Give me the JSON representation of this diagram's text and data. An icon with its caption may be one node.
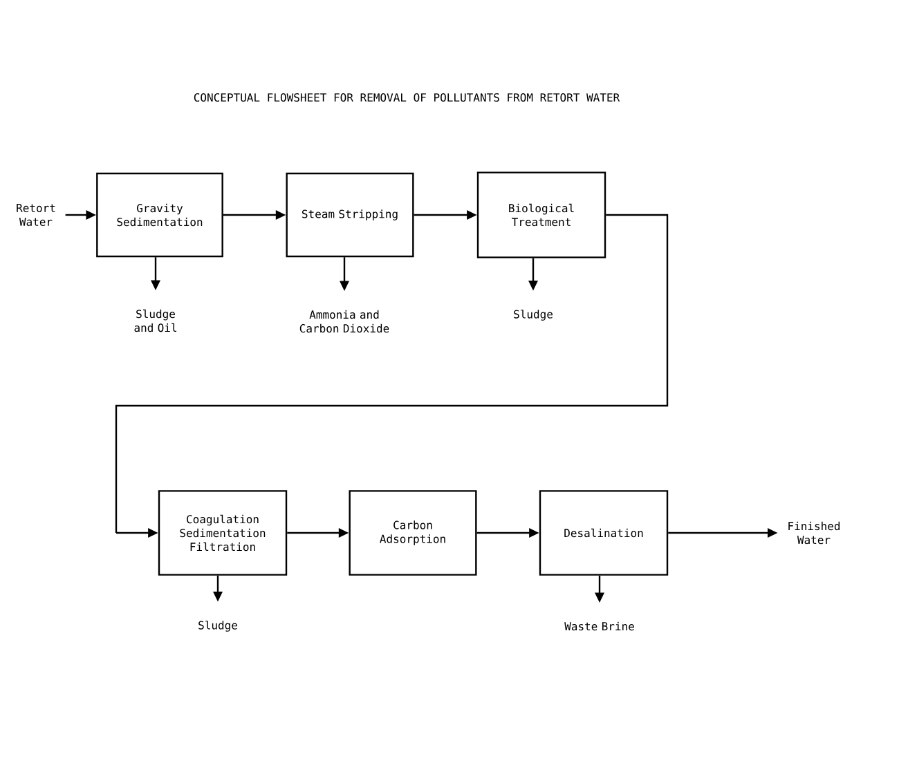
{
  "diagram": {
    "title": "CONCEPTUAL FLOWSHEET FOR REMOVAL OF POLLUTANTS FROM RETORT WATER",
    "nodes": [
      {
        "text": [
          "Retort Water"
        ]
      },
      {
        "text": [
          "Gravity Sedimentation"
        ]
      },
      {
        "text": [
          "Steam Stripping"
        ]
      },
      {
        "text": [
          "Biological Treatment"
        ]
      },
      {
        "text": [
          "Sludge and Oil"
        ]
      },
      {
        "text": [
          "Ammonia and Carbon Dioxide"
        ]
      },
      {
        "text": [
          "Sludge"
        ]
      },
      {
        "text": [
          "Coagulation Sedimentation Filtration"
        ]
      },
      {
        "text": [
          "Carbon Adsorption"
        ]
      },
      {
        "text": [
          "Desalination"
        ]
      },
      {
        "text": [
          "Finished Water"
        ]
      },
      {
        "text": [
          "Sludge"
        ]
      },
      {
        "text": [
          "Waste Brine"
        ]
      }
    ],
    "edges": [
      {
        "from": 0,
        "to": 1,
        "arrow": "to"
      },
      {
        "from": 1,
        "to": 2,
        "arrow": "to"
      },
      {
        "from": 2,
        "to": 3,
        "arrow": "to"
      },
      {
        "from": 1,
        "to": 4,
        "arrow": "to"
      },
      {
        "from": 2,
        "to": 5,
        "arrow": "to"
      },
      {
        "from": 3,
        "to": 6,
        "arrow": "to"
      },
      {
        "from": 3,
        "to": 7,
        "arrow": "to"
      },
      {
        "from": 7,
        "to": 8,
        "arrow": "to"
      },
      {
        "from": 8,
        "to": 9,
        "arrow": "to"
      },
      {
        "from": 9,
        "to": 10,
        "arrow": "to"
      },
      {
        "from": 7,
        "to": 11,
        "arrow": "to"
      },
      {
        "from": 9,
        "to": 12,
        "arrow": "to"
      }
    ]
  }
}
